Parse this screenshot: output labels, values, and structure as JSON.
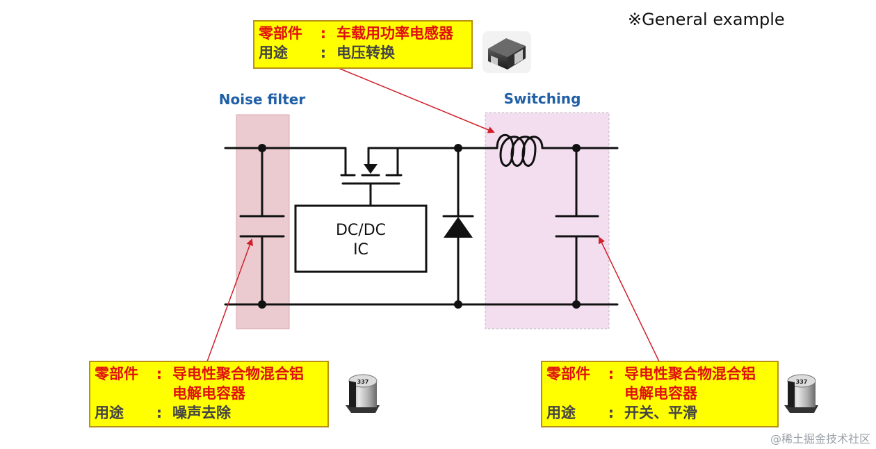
{
  "note": "※General example",
  "labels": {
    "noise_filter": "Noise filter",
    "switching": "Switching",
    "ic_line1": "DC/DC",
    "ic_line2": "IC"
  },
  "callouts": {
    "inductor": {
      "part_key": "零部件",
      "colon": ":",
      "part_value": "车载用功率电感器",
      "use_key": "用途",
      "use_value": "电压转换"
    },
    "cap_left": {
      "part_key": "零部件",
      "colon": ":",
      "part_value": "导电性聚合物混合铝",
      "part_value_cont": "电解电容器",
      "use_key": "用途",
      "use_value": "噪声去除"
    },
    "cap_right": {
      "part_key": "零部件",
      "colon": ":",
      "part_value": "导电性聚合物混合铝",
      "part_value_cont": "电解电容器",
      "use_key": "用途",
      "use_value": "开关、平滑"
    }
  },
  "capacitor_marking": "337",
  "watermark": "@稀土掘金技术社区",
  "colors": {
    "noise_band": "#ebcbd0",
    "switching_band": "#f3def0",
    "label_blue": "#1f5fa6",
    "callout_fill": "#ffff00",
    "callout_border": "#b89018",
    "callout_text": "#e01010",
    "arrow": "#d0202a",
    "wire": "#111111"
  },
  "icons": [
    "inductor-component-icon",
    "capacitor-component-icon"
  ]
}
